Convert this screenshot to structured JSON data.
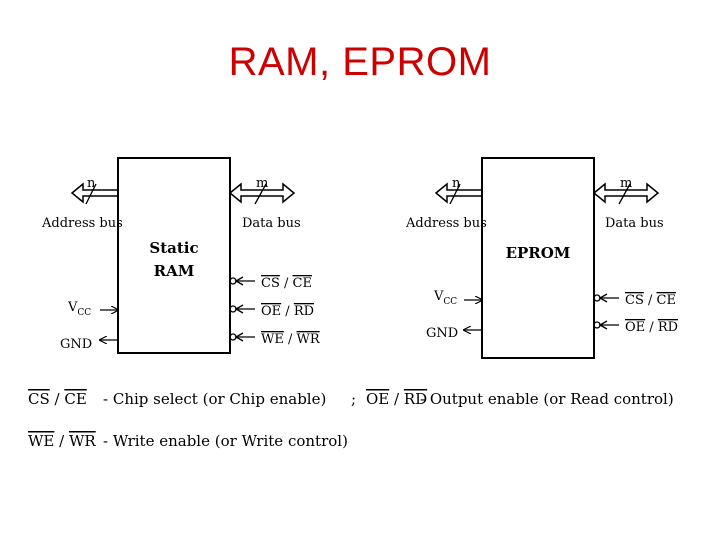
{
  "title": "RAM, EPROM",
  "ram": {
    "address_n": "n",
    "address_label": "Address bus",
    "data_m": "m",
    "data_label": "Data bus",
    "name_line1": "Static",
    "name_line2": "RAM",
    "vcc_base": "V",
    "vcc_sub": "CC",
    "gnd": "GND",
    "pins": [
      {
        "a": "CS",
        "b": "CE"
      },
      {
        "a": "OE",
        "b": "RD"
      },
      {
        "a": "WE",
        "b": "WR"
      }
    ]
  },
  "eprom": {
    "address_n": "n",
    "address_label": "Address bus",
    "data_m": "m",
    "data_label": "Data bus",
    "name": "EPROM",
    "vcc_base": "V",
    "vcc_sub": "CC",
    "gnd": "GND",
    "pins": [
      {
        "a": "CS",
        "b": "CE"
      },
      {
        "a": "OE",
        "b": "RD"
      }
    ]
  },
  "legend": {
    "cs_ce": {
      "a": "CS",
      "b": "CE",
      "text": "- Chip select (or Chip enable)"
    },
    "separator": ";",
    "oe_rd": {
      "a": "OE",
      "b": "RD",
      "text": "- Output enable (or Read control)"
    },
    "we_wr": {
      "a": "WE",
      "b": "WR",
      "text": "- Write enable (or Write control)"
    }
  }
}
